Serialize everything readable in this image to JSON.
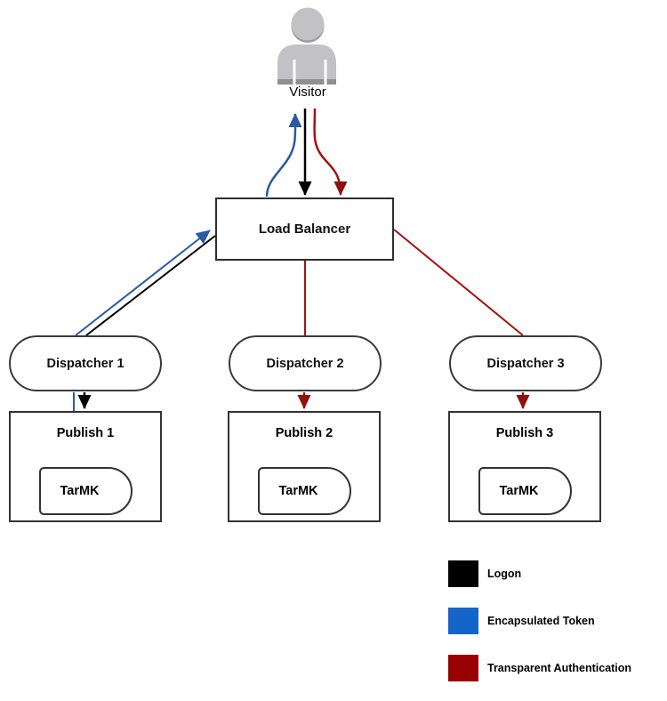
{
  "diagram": {
    "visitor": {
      "label": "Visitor"
    },
    "load_balancer": {
      "label": "Load Balancer"
    },
    "dispatchers": [
      {
        "label": "Dispatcher 1"
      },
      {
        "label": "Dispatcher 2"
      },
      {
        "label": "Dispatcher 3"
      }
    ],
    "publishers": [
      {
        "label": "Publish 1",
        "storage": "TarMK"
      },
      {
        "label": "Publish 2",
        "storage": "TarMK"
      },
      {
        "label": "Publish 3",
        "storage": "TarMK"
      }
    ],
    "legend": {
      "items": [
        {
          "label": "Logon",
          "color": "#000000"
        },
        {
          "label": "Encapsulated Token",
          "color": "#1565c8"
        },
        {
          "label": "Transparent Authentication",
          "color": "#990000"
        }
      ]
    },
    "flow_colors": {
      "logon_line": "#000000",
      "encapsulated_token_line": "#2a5aa4",
      "transparent_authentication_line": "#a51212"
    }
  }
}
